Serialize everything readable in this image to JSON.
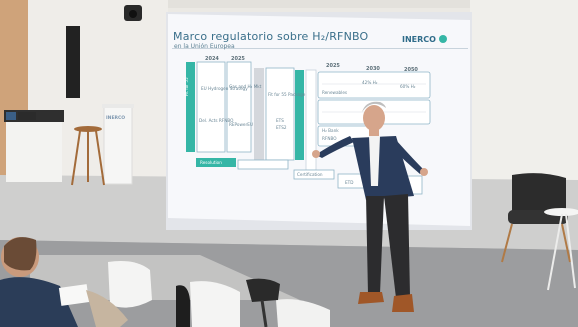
{
  "slide": {
    "title": "Marco regulatorio sobre H₂/RFNBO",
    "subtitle": "en la Unión Europea",
    "logo": "INERCO",
    "years": [
      "2024",
      "2025",
      "2025",
      "2030",
      "2050"
    ],
    "cells": {
      "fit55": "Fit for 55",
      "h2": "EU Hydrogen Strategy",
      "cell2": "Gas and H₂ Mkt",
      "repower": "REPowerEU",
      "wing1": "Del. Acts RFNBO",
      "fitter": "Fit for 55 Package",
      "ets": "ETS",
      "ets2": "ETS2",
      "repower_cell": "Renewables",
      "etc": "ETD",
      "r4": "42% H₂",
      "r5": "60% H₂",
      "r6": "RFNBO",
      "bank": "H₂ Bank",
      "footer1": "Resolution",
      "footer2": "Certification"
    }
  },
  "room": {
    "brand_banner": "INERCO"
  },
  "colors": {
    "wall": "#eceae5",
    "screen": "#f7f8fb",
    "teal": "#35b6a6",
    "blue": "#3a6f8a",
    "jacket": "#2a3c5c",
    "floor": "#a8a9aa"
  }
}
